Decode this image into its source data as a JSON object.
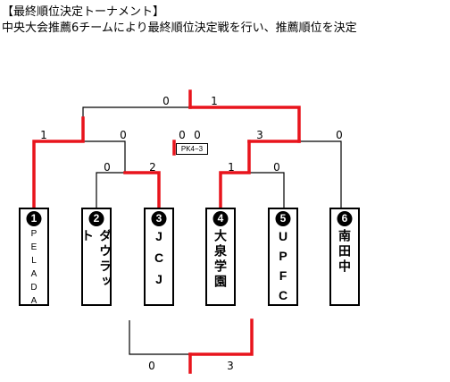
{
  "title": "【最終順位決定トーナメント】",
  "subtitle": "中央大会推薦6チームにより最終順位決定戦を行い、推薦順位を決定",
  "teams": [
    {
      "seed": "1",
      "name": "PELADA"
    },
    {
      "seed": "2",
      "name": "ダウラット"
    },
    {
      "seed": "3",
      "name": "JCJ"
    },
    {
      "seed": "4",
      "name": "大泉学園"
    },
    {
      "seed": "5",
      "name": "UPFC"
    },
    {
      "seed": "6",
      "name": "南田中"
    }
  ],
  "scores": {
    "final_left": "0",
    "final_right": "1",
    "semi_left_1": "1",
    "semi_left_2": "0",
    "semi_right_1": "3",
    "semi_right_2": "0",
    "first_23_a": "0",
    "first_23_b": "2",
    "first_45_a": "1",
    "first_45_b": "0",
    "third_left": "0",
    "third_right": "0",
    "bottom_left": "0",
    "bottom_right": "3"
  },
  "pk_note": "PK4−3",
  "colors": {
    "winner_line": "#e8141c",
    "line": "#000000"
  }
}
